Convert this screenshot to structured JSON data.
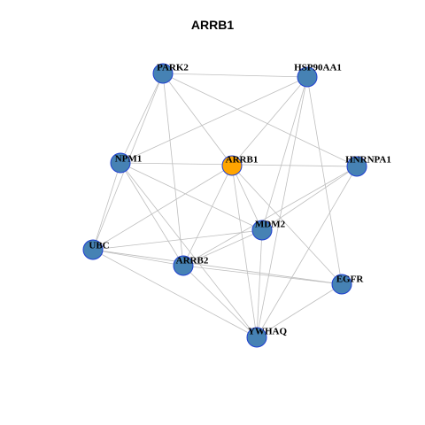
{
  "title": "ARRB1",
  "colors": {
    "node_fill": "#4682B4",
    "node_stroke": "#1F3FD1",
    "focus_fill": "#FFA500",
    "focus_stroke": "#1F3FD1",
    "edge": "#BEBEBE"
  },
  "nodes": [
    {
      "id": "PARK2",
      "label": "PARK2",
      "focus": false
    },
    {
      "id": "HSP90AA1",
      "label": "HSP90AA1",
      "focus": false
    },
    {
      "id": "NPM1",
      "label": "NPM1",
      "focus": false
    },
    {
      "id": "ARRB1",
      "label": "ARRB1",
      "focus": true
    },
    {
      "id": "HNRNPA1",
      "label": "HNRNPA1",
      "focus": false
    },
    {
      "id": "MDM2",
      "label": "MDM2",
      "focus": false
    },
    {
      "id": "UBC",
      "label": "UBC",
      "focus": false
    },
    {
      "id": "ARRB2",
      "label": "ARRB2",
      "focus": false
    },
    {
      "id": "EGFR",
      "label": "EGFR",
      "focus": false
    },
    {
      "id": "YWHAQ",
      "label": "YWHAQ",
      "focus": false
    }
  ],
  "edges": [
    [
      "PARK2",
      "HSP90AA1"
    ],
    [
      "PARK2",
      "NPM1"
    ],
    [
      "PARK2",
      "ARRB1"
    ],
    [
      "PARK2",
      "HNRNPA1"
    ],
    [
      "PARK2",
      "UBC"
    ],
    [
      "PARK2",
      "ARRB2"
    ],
    [
      "HSP90AA1",
      "NPM1"
    ],
    [
      "HSP90AA1",
      "ARRB1"
    ],
    [
      "HSP90AA1",
      "MDM2"
    ],
    [
      "HSP90AA1",
      "EGFR"
    ],
    [
      "HSP90AA1",
      "YWHAQ"
    ],
    [
      "NPM1",
      "HNRNPA1"
    ],
    [
      "NPM1",
      "MDM2"
    ],
    [
      "NPM1",
      "UBC"
    ],
    [
      "NPM1",
      "ARRB2"
    ],
    [
      "NPM1",
      "YWHAQ"
    ],
    [
      "ARRB1",
      "UBC"
    ],
    [
      "ARRB1",
      "ARRB2"
    ],
    [
      "ARRB1",
      "MDM2"
    ],
    [
      "ARRB1",
      "EGFR"
    ],
    [
      "ARRB1",
      "YWHAQ"
    ],
    [
      "HNRNPA1",
      "MDM2"
    ],
    [
      "HNRNPA1",
      "ARRB2"
    ],
    [
      "HNRNPA1",
      "YWHAQ"
    ],
    [
      "MDM2",
      "UBC"
    ],
    [
      "MDM2",
      "ARRB2"
    ],
    [
      "MDM2",
      "YWHAQ"
    ],
    [
      "UBC",
      "ARRB2"
    ],
    [
      "UBC",
      "EGFR"
    ],
    [
      "UBC",
      "YWHAQ"
    ],
    [
      "ARRB2",
      "EGFR"
    ],
    [
      "ARRB2",
      "YWHAQ"
    ],
    [
      "EGFR",
      "YWHAQ"
    ]
  ]
}
